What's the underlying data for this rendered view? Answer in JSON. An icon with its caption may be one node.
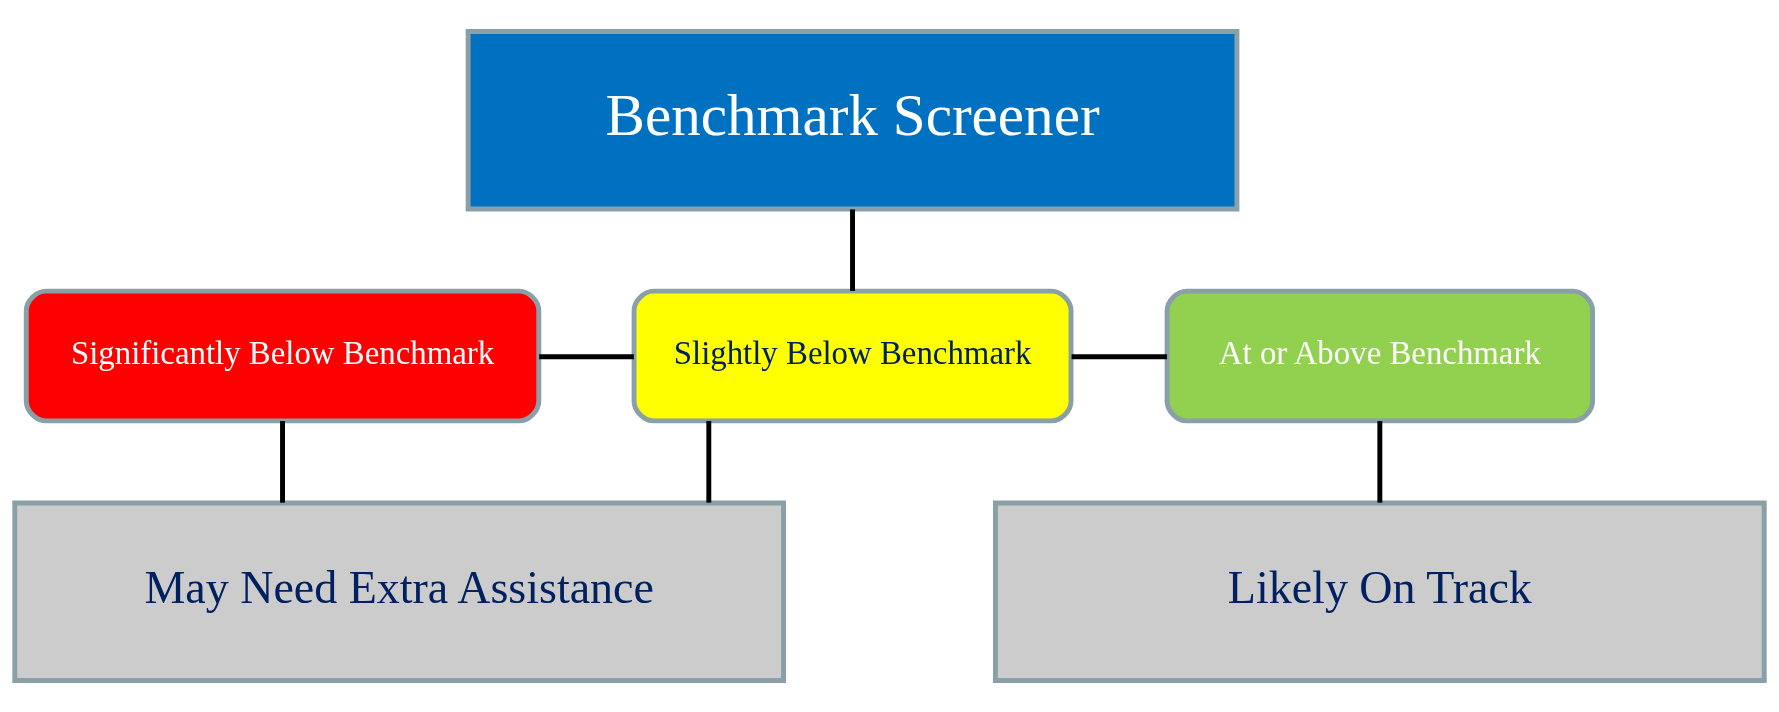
{
  "diagram": {
    "nodes": [
      {
        "text": [
          "Benchmark Screener"
        ]
      },
      {
        "text": [
          "Significantly Below Benchmark"
        ]
      },
      {
        "text": [
          "Slightly Below Benchmark"
        ]
      },
      {
        "text": [
          "At or Above Benchmark"
        ]
      },
      {
        "text": [
          "May Need Extra Assistance"
        ]
      },
      {
        "text": [
          "Likely On Track"
        ]
      }
    ],
    "edges": [
      {
        "from": 0,
        "to": 2,
        "arrow": "none"
      },
      {
        "from": 1,
        "to": 2,
        "arrow": "none"
      },
      {
        "from": 2,
        "to": 3,
        "arrow": "none"
      },
      {
        "from": 1,
        "to": 4,
        "arrow": "none"
      },
      {
        "from": 2,
        "to": 4,
        "arrow": "none"
      },
      {
        "from": 3,
        "to": 5,
        "arrow": "none"
      }
    ]
  }
}
